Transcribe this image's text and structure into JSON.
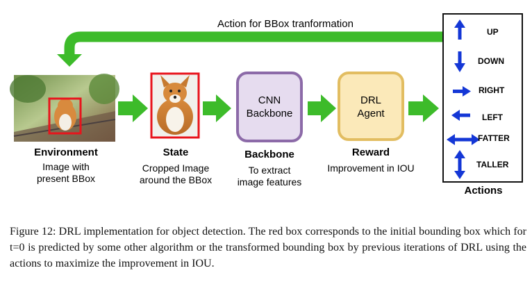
{
  "feedback_label": "Action for BBox tranformation",
  "environment": {
    "title": "Environment",
    "subtitle": [
      "Image with",
      "present BBox"
    ]
  },
  "state": {
    "title": "State",
    "subtitle": [
      "Cropped Image",
      "around the BBox"
    ]
  },
  "backbone": {
    "box_label": [
      "CNN",
      "Backbone"
    ],
    "title": "Backbone",
    "subtitle": [
      "To extract",
      "image features"
    ]
  },
  "agent": {
    "box_label": [
      "DRL",
      "Agent"
    ],
    "title": "Reward",
    "subtitle": [
      "Improvement in IOU"
    ]
  },
  "actions": {
    "title": "Actions",
    "items": [
      {
        "label": "UP",
        "icon": "arrow-up-icon"
      },
      {
        "label": "DOWN",
        "icon": "arrow-down-icon"
      },
      {
        "label": "RIGHT",
        "icon": "arrow-right-icon"
      },
      {
        "label": "LEFT",
        "icon": "arrow-left-icon"
      },
      {
        "label": "FATTER",
        "icon": "arrow-left-right-icon"
      },
      {
        "label": "TALLER",
        "icon": "arrow-up-down-icon"
      }
    ]
  },
  "caption": "Figure 12: DRL implementation for object detection. The red box corresponds to the initial bounding box which for t=0 is predicted by some other algorithm or the transformed bounding box by previous iterations of DRL using the actions to maximize the improvement in IOU.",
  "colors": {
    "arrow": "#3dbb2a",
    "bbox": "#e8141c",
    "backbone_fill": "#e6dcef",
    "backbone_border": "#8c6aa8",
    "agent_fill": "#fbe9b9",
    "agent_border": "#e2bd61",
    "action_arrow": "#1437d6"
  }
}
